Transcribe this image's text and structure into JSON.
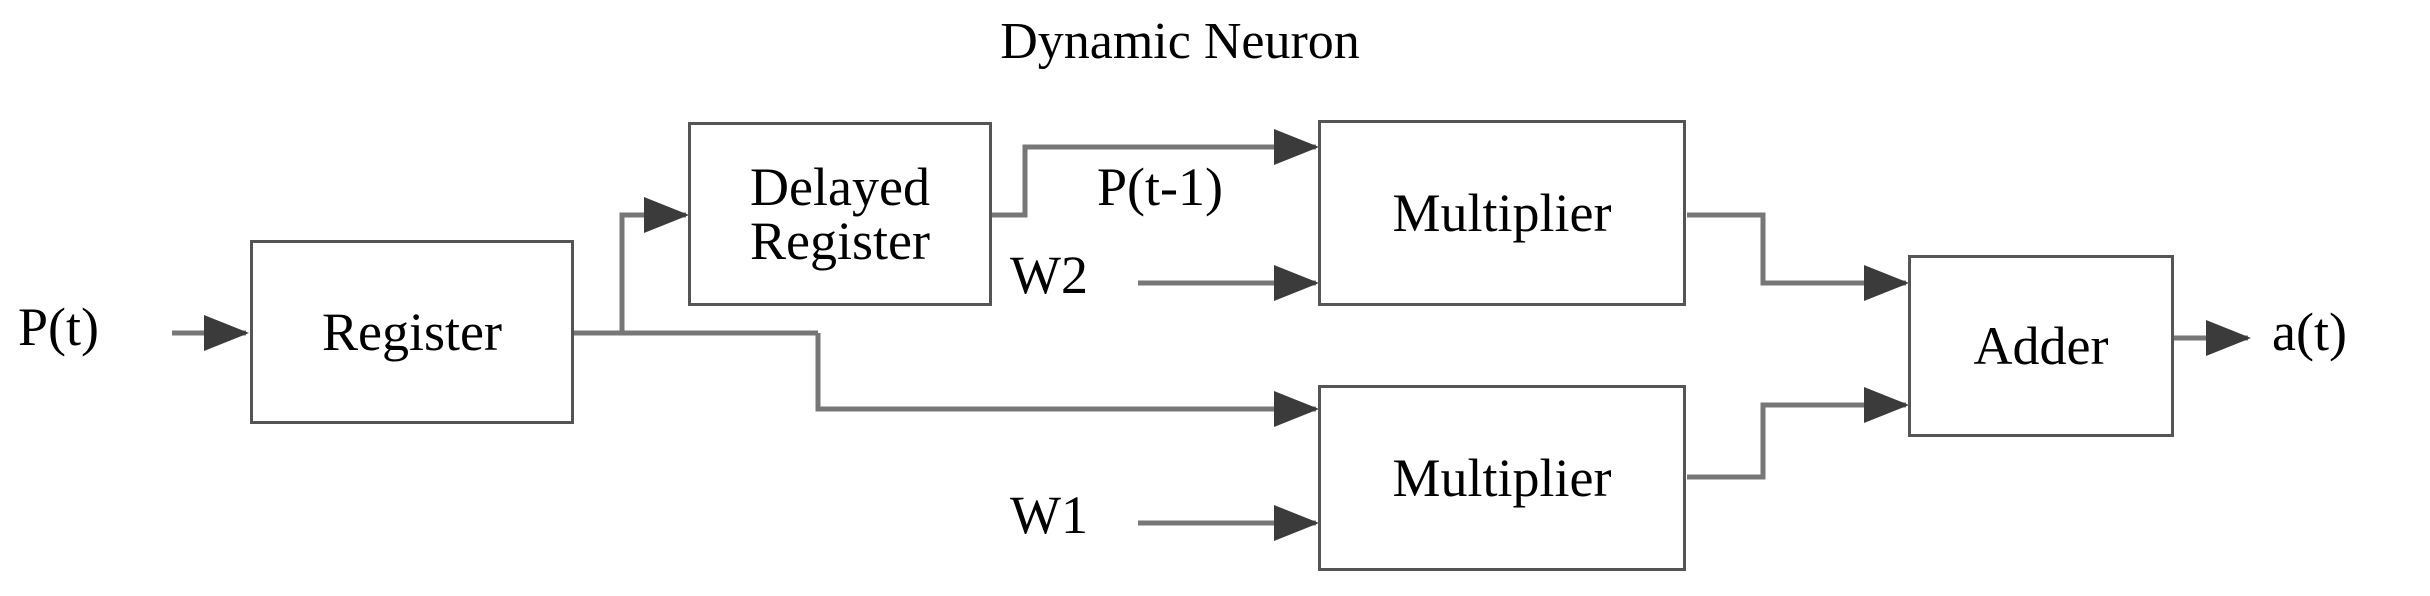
{
  "diagram": {
    "title": "Dynamic Neuron",
    "blocks": {
      "register": "Register",
      "delayed_register": "Delayed\nRegister",
      "multiplier_top": "Multiplier",
      "multiplier_bottom": "Multiplier",
      "adder": "Adder"
    },
    "signals": {
      "input": "P(t)",
      "delayed_output": "P(t-1)",
      "weight_1": "W1",
      "weight_2": "W2",
      "output": "a(t)"
    },
    "colors": {
      "box_border": "#555555",
      "wire": "#777777",
      "text": "#000000",
      "background": "#ffffff"
    }
  }
}
